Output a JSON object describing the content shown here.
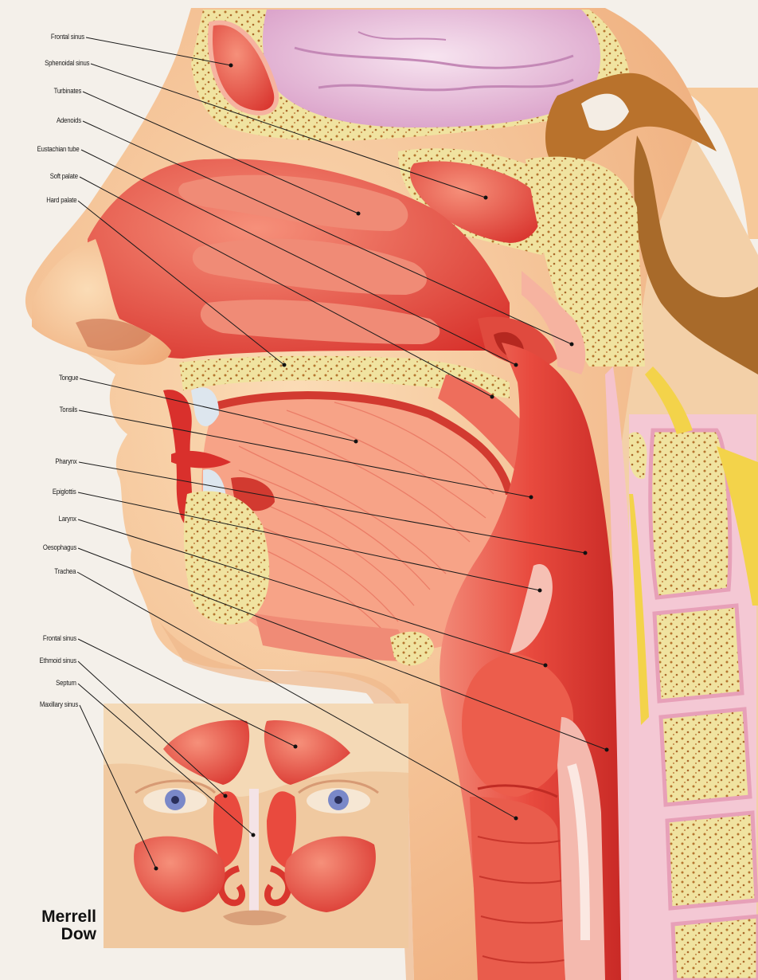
{
  "labels": {
    "frontal_sinus": "Frontal sinus",
    "sphenoidal_sinus": "Sphenoidal sinus",
    "turbinates": "Turbinates",
    "adenoids": "Adenoids",
    "eustachian_tube": "Eustachian tube",
    "soft_palate": "Soft palate",
    "hard_palate": "Hard palate",
    "tongue": "Tongue",
    "tonsils": "Tonsils",
    "pharynx": "Pharynx",
    "epiglottis": "Epiglottis",
    "larynx": "Larynx",
    "oesophagus": "Oesophagus",
    "trachea": "Trachea",
    "inset_frontal_sinus": "Frontal sinus",
    "ethmoid_sinus": "Ethmoid sinus",
    "septum": "Septum",
    "maxillary_sinus": "Maxillary sinus"
  },
  "credit": {
    "line1": "Merrell",
    "line2": "Dow"
  },
  "colors": {
    "background": "#f4f0ea",
    "skin": "#f6c99a",
    "tissue": "#e8453c",
    "bone": "#f0e3a0",
    "brain": "#e9bfd9"
  }
}
